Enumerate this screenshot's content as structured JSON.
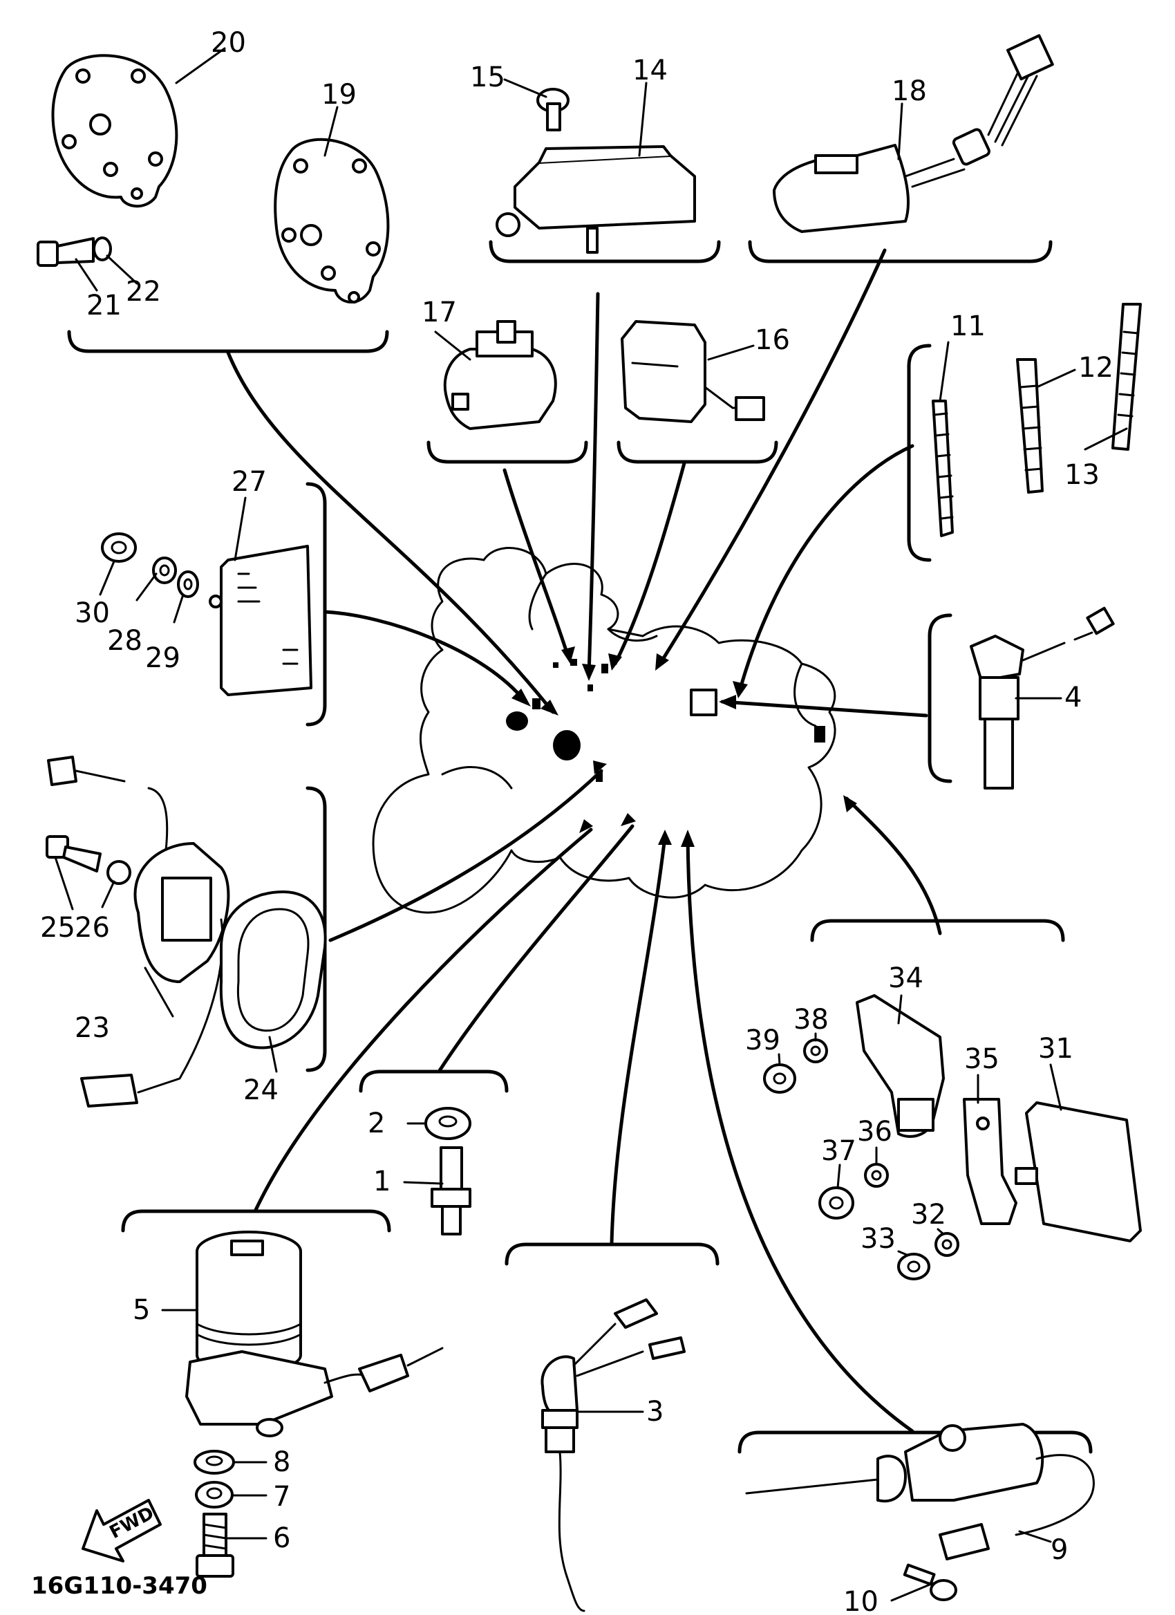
{
  "diagram": {
    "code": "16G110-3470",
    "fwd_label": "FWD",
    "callouts": [
      {
        "id": "c1",
        "text": "1"
      },
      {
        "id": "c2",
        "text": "2"
      },
      {
        "id": "c3",
        "text": "3"
      },
      {
        "id": "c4",
        "text": "4"
      },
      {
        "id": "c5",
        "text": "5"
      },
      {
        "id": "c6",
        "text": "6"
      },
      {
        "id": "c7",
        "text": "7"
      },
      {
        "id": "c8",
        "text": "8"
      },
      {
        "id": "c9",
        "text": "9"
      },
      {
        "id": "c10",
        "text": "10"
      },
      {
        "id": "c11",
        "text": "11"
      },
      {
        "id": "c12",
        "text": "12"
      },
      {
        "id": "c13",
        "text": "13"
      },
      {
        "id": "c14",
        "text": "14"
      },
      {
        "id": "c15",
        "text": "15"
      },
      {
        "id": "c16",
        "text": "16"
      },
      {
        "id": "c17",
        "text": "17"
      },
      {
        "id": "c18",
        "text": "18"
      },
      {
        "id": "c19",
        "text": "19"
      },
      {
        "id": "c20",
        "text": "20"
      },
      {
        "id": "c21",
        "text": "21"
      },
      {
        "id": "c22",
        "text": "22"
      },
      {
        "id": "c23",
        "text": "23"
      },
      {
        "id": "c24",
        "text": "24"
      },
      {
        "id": "c25",
        "text": "25"
      },
      {
        "id": "c26",
        "text": "26"
      },
      {
        "id": "c27",
        "text": "27"
      },
      {
        "id": "c28",
        "text": "28"
      },
      {
        "id": "c29",
        "text": "29"
      },
      {
        "id": "c30",
        "text": "30"
      },
      {
        "id": "c31",
        "text": "31"
      },
      {
        "id": "c32",
        "text": "32"
      },
      {
        "id": "c33",
        "text": "33"
      },
      {
        "id": "c34",
        "text": "34"
      },
      {
        "id": "c35",
        "text": "35"
      },
      {
        "id": "c36",
        "text": "36"
      },
      {
        "id": "c37",
        "text": "37"
      },
      {
        "id": "c38",
        "text": "38"
      },
      {
        "id": "c39",
        "text": "39"
      }
    ]
  }
}
